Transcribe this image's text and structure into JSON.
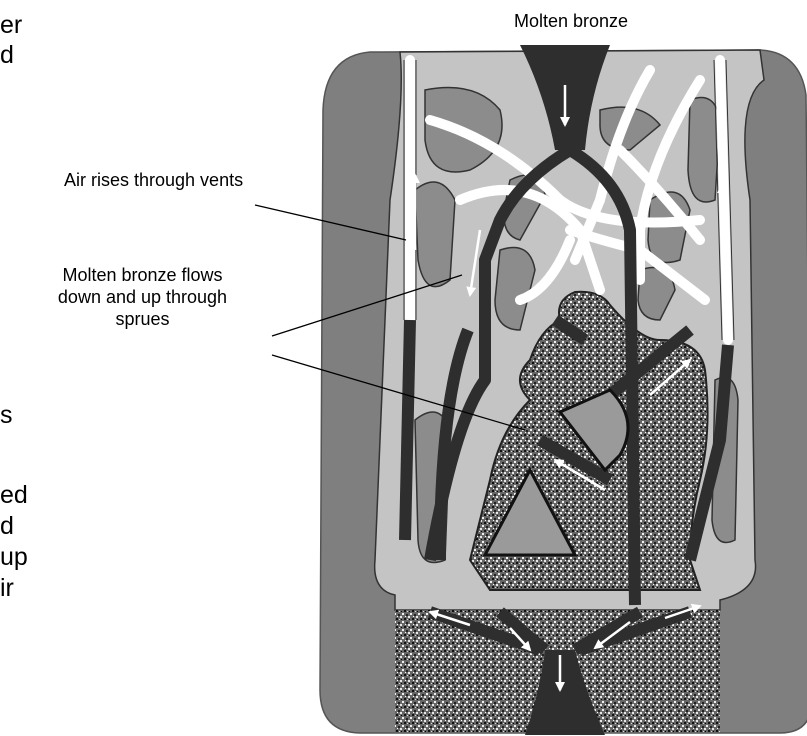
{
  "labels": {
    "top": "Molten bronze",
    "vents": "Air rises through vents",
    "sprues": [
      "Molten bronze flows",
      "down and up through",
      "sprues"
    ]
  },
  "side_text": [
    "er",
    "d",
    "s",
    "ed",
    "d",
    "up",
    "ir"
  ],
  "colors": {
    "mold": "#7f7f7f",
    "mold_inner": "#c4c4c4",
    "bronze": "#2e2e2e",
    "vent": "#ffffff",
    "core": "#9a9a9a"
  }
}
